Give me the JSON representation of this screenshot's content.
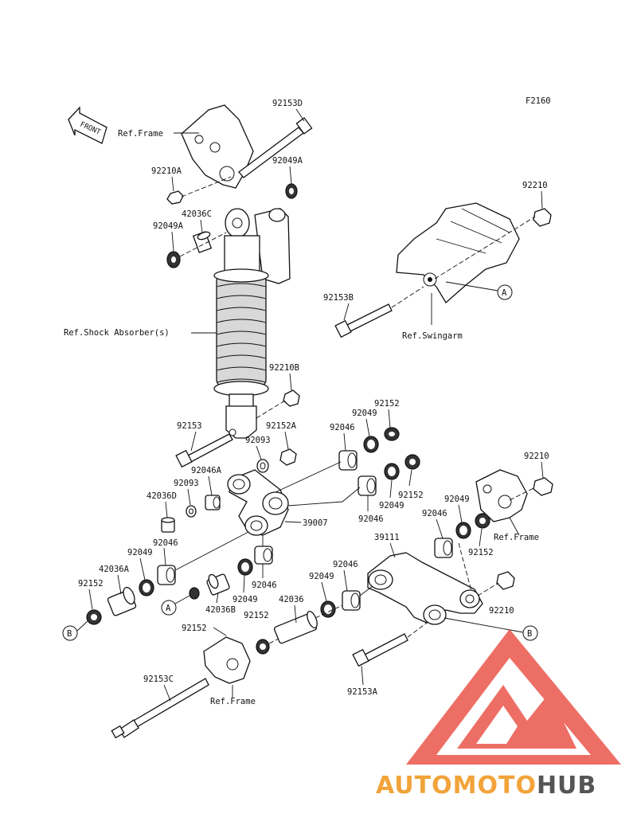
{
  "figure_code": "F2160",
  "front_label": "FRONT",
  "ref_labels": {
    "frame_top": "Ref.Frame",
    "shock": "Ref.Shock Absorber(s)",
    "swingarm": "Ref.Swingarm",
    "frame_right": "Ref.Frame",
    "frame_bottom": "Ref.Frame"
  },
  "markers": {
    "a": "A",
    "b": "B"
  },
  "part_labels": {
    "p92153D": "92153D",
    "p92210A": "92210A",
    "p92049A_top": "92049A",
    "p42036C": "42036C",
    "p92049A_left": "92049A",
    "p92210_top": "92210",
    "p92153B": "92153B",
    "p92210B": "92210B",
    "p92153": "92153",
    "p92152A": "92152A",
    "p92093_a": "92093",
    "p92046A": "92046A",
    "p92093_b": "92093",
    "p42036D": "42036D",
    "p92152_top": "92152",
    "p92049_top": "92049",
    "p92046_top": "92046",
    "p92152_mid": "92152",
    "p92049_mid": "92049",
    "p92046_mid": "92046",
    "p39007": "39007",
    "p92210_right": "92210",
    "p92049_right": "92049",
    "p92046_right": "92046",
    "p92152_right": "92152",
    "p39111": "39111",
    "p92046_left": "92046",
    "p92049_left": "92049",
    "p42036A": "42036A",
    "p92152_left": "92152",
    "p92046_c": "92046",
    "p92049_c": "92049",
    "p42036B": "42036B",
    "p92152_c": "92152",
    "p92049_d": "92049",
    "p92046_d": "92046",
    "p42036": "42036",
    "p92152_bottom": "92152",
    "p92210_bottom": "92210",
    "p92153C": "92153C",
    "p92153A": "92153A"
  },
  "watermark": {
    "part1": "AUTOMOTO",
    "part2": "HUB"
  },
  "colors": {
    "line": "#111111",
    "watermark_red": "#e8463a",
    "watermark_orange": "#f2a33a",
    "watermark_gray": "#555555"
  }
}
